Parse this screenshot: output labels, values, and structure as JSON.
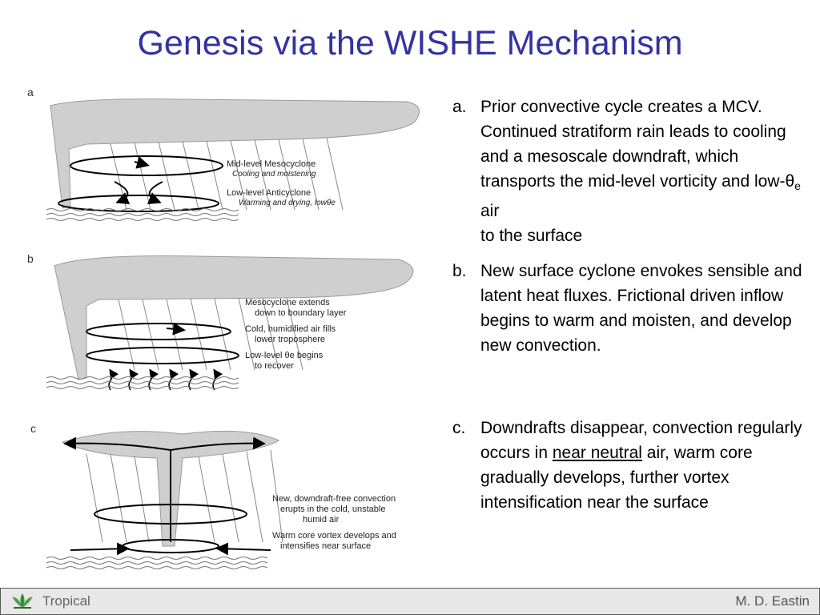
{
  "slide": {
    "title": "Genesis via the WISHE Mechanism"
  },
  "panels": {
    "a": {
      "label": "a",
      "annotation_1": "Mid-level Mesocyclone",
      "annotation_2": "Cooling and moistening",
      "annotation_3": "Low-level Anticyclone",
      "annotation_4": "Warming and drying, lowθe"
    },
    "b": {
      "label": "b",
      "annotation_1": "Mesocyclone extends",
      "annotation_2": "down to boundary layer",
      "annotation_3": "Cold, humidified air fills",
      "annotation_4": "lower troposphere",
      "annotation_5": "Low-level θe begins",
      "annotation_6": "to recover"
    },
    "c": {
      "label": "c",
      "annotation_1": "New, downdraft-free convection",
      "annotation_2": "erupts in the cold, unstable",
      "annotation_3": "humid air",
      "annotation_4": "Warm core vortex develops and",
      "annotation_5": "intensifies near surface"
    }
  },
  "text": {
    "a_label": "a.",
    "a_body_1": "Prior convective cycle creates a MCV.  Continued stratiform rain leads to cooling and a mesoscale downdraft, which transports the mid-level vorticity and low-θ",
    "a_sub": "e",
    "a_body_2": " air",
    "a_body_3": "to the surface",
    "b_label": "b.",
    "b_body": "New surface cyclone envokes sensible and latent heat fluxes. Frictional driven inflow begins to warm and moisten, and develop new convection.",
    "c_label": "c.",
    "c_body_1": "Downdrafts disappear, convection regularly occurs in ",
    "c_underline": "near neutral",
    "c_body_2": " air, warm core gradually develops, further vortex intensification near the surface"
  },
  "footer": {
    "left": "Tropical",
    "right": "M. D. Eastin",
    "logo_icon": "lotus-logo-icon"
  },
  "colors": {
    "title": "#3333a0",
    "footer_bg": "#e8e8e8"
  }
}
